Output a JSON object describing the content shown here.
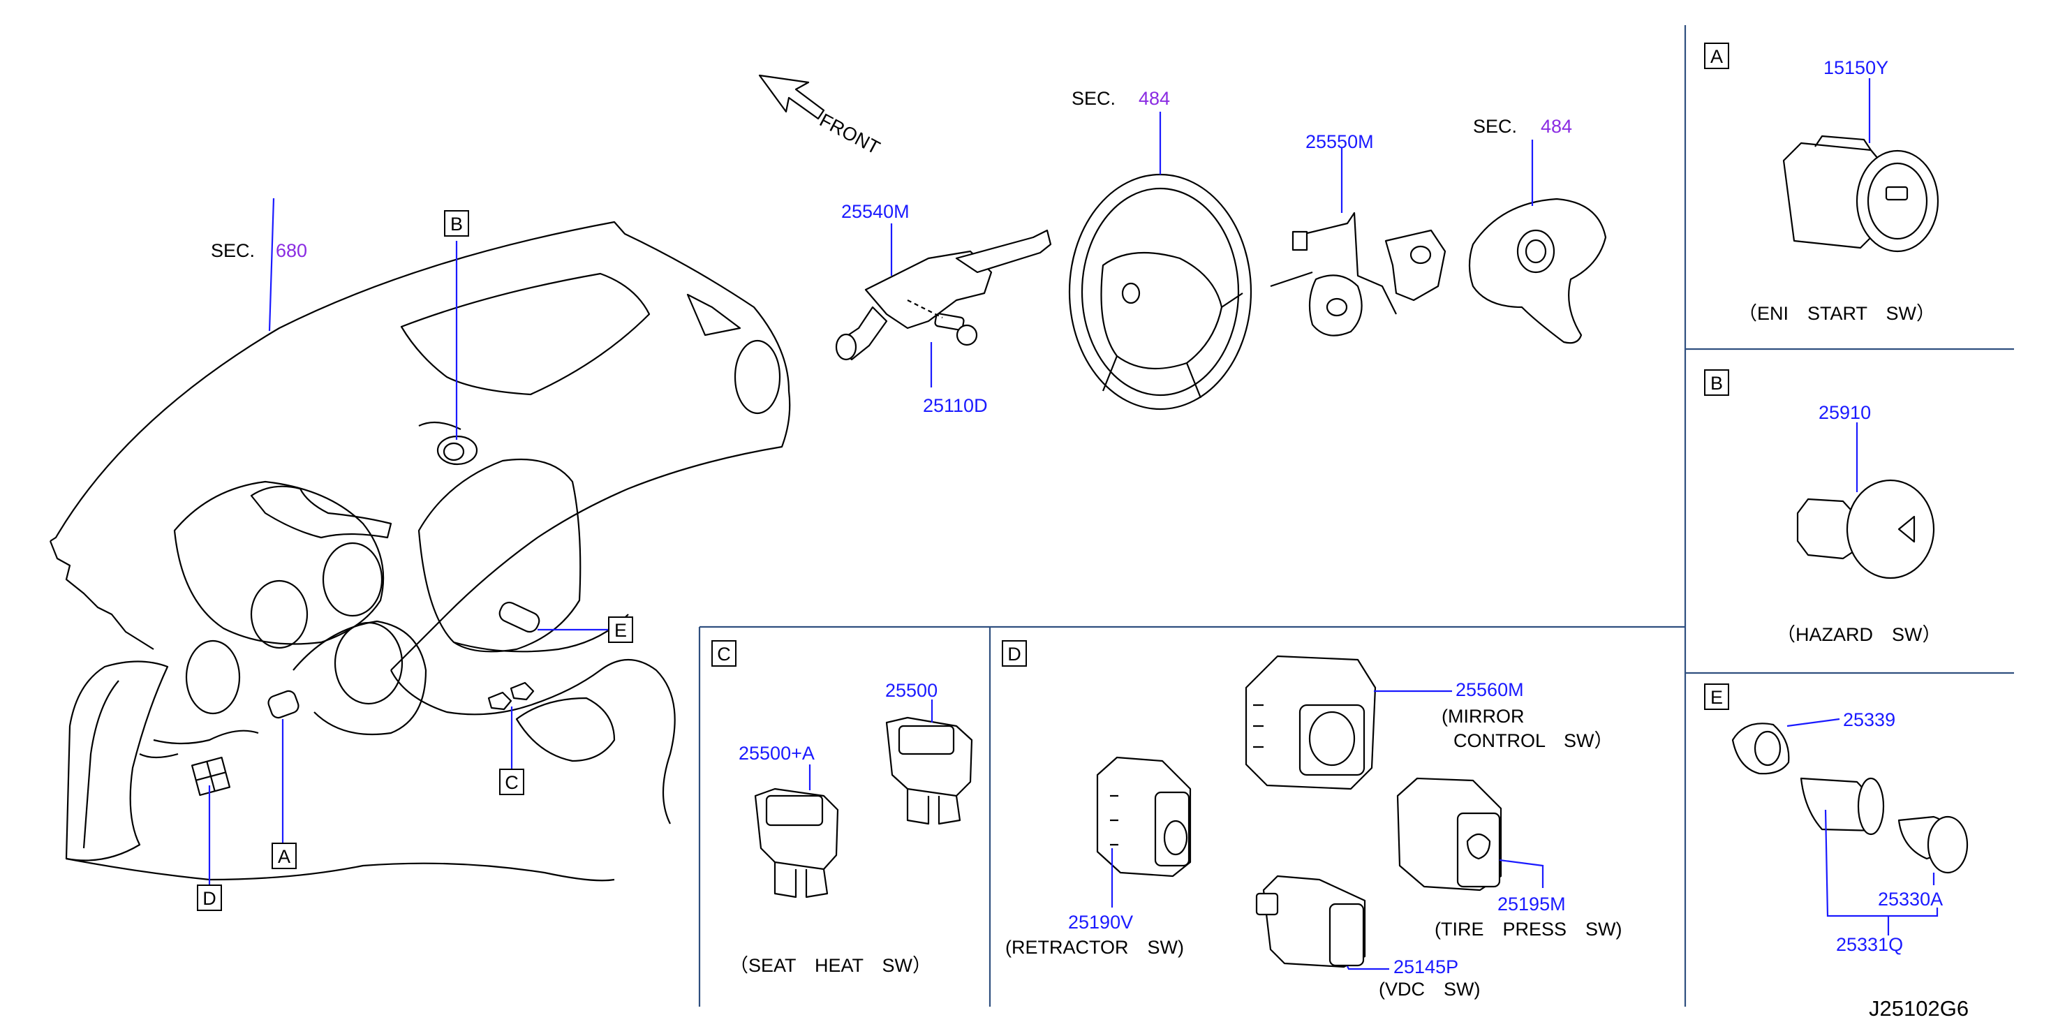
{
  "labels": {
    "sec_680": "SEC.",
    "sec_680_num": "680",
    "sec_484a": "SEC.",
    "sec_484a_num": "484",
    "sec_484b": "SEC.",
    "sec_484b_num": "484",
    "front": "FRONT",
    "p25540M": "25540M",
    "p25110D": "25110D",
    "p25550M": "25550M",
    "p15150Y": "15150Y",
    "p25910": "25910",
    "p25339": "25339",
    "p25330A": "25330A",
    "p25331Q": "25331Q",
    "p25500": "25500",
    "p25500A": "25500+A",
    "p25560M": "25560M",
    "p25190V": "25190V",
    "p25195M": "25195M",
    "p25145P": "25145P",
    "eni_start": "（ENI　START　SW）",
    "hazard": "（HAZARD　SW）",
    "seat_heat": "（SEAT　HEAT　SW）",
    "mirror1": "(MIRROR",
    "mirror2": "CONTROL　SW）",
    "retractor": "(RETRACTOR　SW)",
    "tire": "(TIRE　PRESS　SW)",
    "vdc": "(VDC　SW)",
    "diagram_id": "J25102G6"
  },
  "callouts": {
    "A": "A",
    "B": "B",
    "C": "C",
    "D": "D",
    "E": "E"
  },
  "panels": {
    "A": "A",
    "B": "B",
    "C": "C",
    "D": "D",
    "E": "E"
  },
  "colors": {
    "part_number": "#1a1aff",
    "section_number": "#8a2be2",
    "frame": "#2f4f7f"
  }
}
